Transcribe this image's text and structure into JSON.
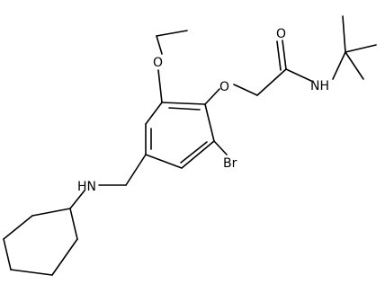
{
  "molecule": {
    "atoms": {
      "o_ethoxy": "O",
      "o_ether": "O",
      "o_carbonyl": "O",
      "nh_amide": "NH",
      "nh_amine": "HN",
      "br": "Br"
    }
  },
  "colors": {
    "bond": "#000000",
    "text": "#000000",
    "background": "#ffffff"
  }
}
